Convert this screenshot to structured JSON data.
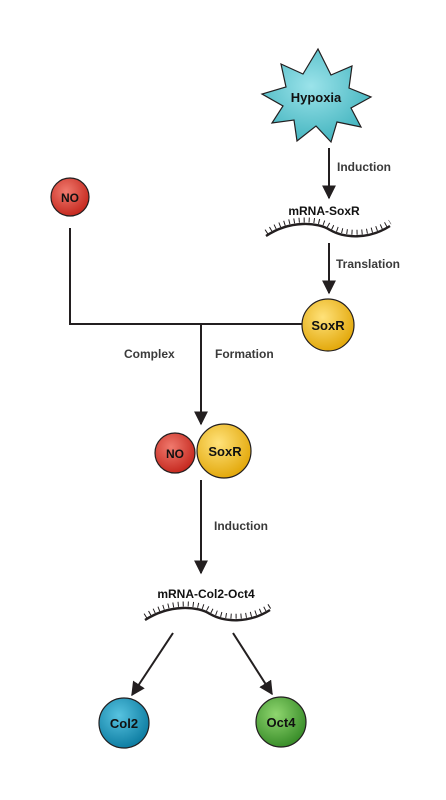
{
  "nodes": {
    "hypoxia": "Hypoxia",
    "no_top": "NO",
    "soxr": "SoxR",
    "complex_no": "NO",
    "complex_soxr": "SoxR",
    "col2": "Col2",
    "oct4": "Oct4"
  },
  "labels": {
    "induction_1": "Induction",
    "mrna_soxr": "mRNA-SoxR",
    "translation": "Translation",
    "complex": "Complex",
    "formation": "Formation",
    "induction_2": "Induction",
    "mrna_col2_oct4": "mRNA-Col2-Oct4"
  },
  "colors": {
    "hypoxia": "#5fc3cc",
    "no": "#d9342b",
    "soxr": "#f2c21b",
    "col2": "#1a93b8",
    "oct4": "#4eaa3a",
    "line": "#231f20",
    "label": "#3a3a3a"
  }
}
